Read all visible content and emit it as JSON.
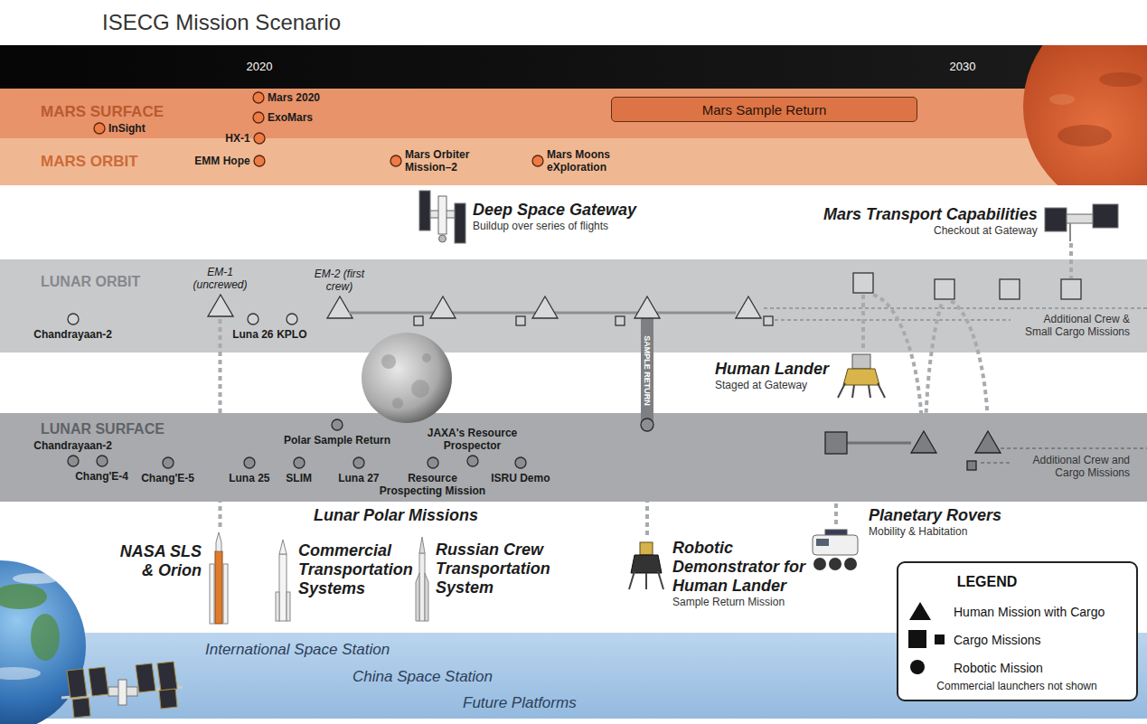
{
  "diagram": {
    "title": "ISECG Mission Scenario",
    "nodes": [
      {
        "text": [
          "MARS SURFACE"
        ]
      },
      {
        "text": [
          "InSight"
        ],
        "in": 0
      },
      {
        "text": [
          "Mars 2020"
        ],
        "in": 0
      },
      {
        "text": [
          "ExoMars"
        ],
        "in": 0
      },
      {
        "text": [
          "Mars Sample Return"
        ],
        "in": 0
      },
      {
        "text": [
          "MARS ORBIT"
        ]
      },
      {
        "text": [
          "HX-1"
        ],
        "in": 5
      },
      {
        "text": [
          "EMM Hope"
        ],
        "in": 5
      },
      {
        "text": [
          "Mars Orbiter Mission–2"
        ],
        "in": 5
      },
      {
        "text": [
          "Mars Moons eXploration"
        ],
        "in": 5
      },
      {
        "text": [
          "Deep Space Gateway",
          "Buildup over series of flights"
        ]
      },
      {
        "text": [
          "Mars Transport Capabilities",
          "Checkout at Gateway"
        ]
      },
      {
        "text": [
          "LUNAR ORBIT"
        ]
      },
      {
        "text": [
          "Chandrayaan-2"
        ],
        "in": 12
      },
      {
        "text": [
          "EM-1 (uncrewed)"
        ],
        "in": 12
      },
      {
        "text": [
          "Luna 26"
        ],
        "in": 12
      },
      {
        "text": [
          "KPLO"
        ],
        "in": 12
      },
      {
        "text": [
          "EM-2 (first crew)"
        ],
        "in": 12
      },
      {
        "text": [
          "Human Lander",
          "Staged at Gateway"
        ]
      },
      {
        "text": [
          "LUNAR SURFACE"
        ]
      },
      {
        "text": [
          "Chandrayaan-2"
        ],
        "in": 19
      },
      {
        "text": [
          "Chang'E-4"
        ],
        "in": 19
      },
      {
        "text": [
          "Chang'E-5"
        ],
        "in": 19
      },
      {
        "text": [
          "Luna 25"
        ],
        "in": 19
      },
      {
        "text": [
          "SLIM"
        ],
        "in": 19
      },
      {
        "text": [
          "Polar Sample Return"
        ],
        "in": 19
      },
      {
        "text": [
          "Luna 27"
        ],
        "in": 19
      },
      {
        "text": [
          "Resource Prospecting Mission"
        ],
        "in": 19
      },
      {
        "text": [
          "JAXA's Resource Prospector"
        ],
        "in": 19
      },
      {
        "text": [
          "ISRU Demo"
        ],
        "in": 19
      },
      {
        "text": [
          "NASA SLS & Orion"
        ]
      },
      {
        "text": [
          "Commercial Transportation Systems"
        ]
      },
      {
        "text": [
          "Russian Crew Transportation System"
        ]
      },
      {
        "text": [
          "Robotic Demonstrator for Human Lander",
          "Sample Return Mission"
        ]
      },
      {
        "text": [
          "Planetary Rovers",
          "Mobility & Habitation"
        ]
      }
    ],
    "edges": [
      {
        "from": 14,
        "to": 30,
        "arrow": "none"
      }
    ],
    "labels": [
      "2020",
      "2030",
      "SAMPLE RETURN",
      "Additional Crew & Small Cargo Missions",
      "Additional Crew and Cargo Missions",
      "Lunar Polar Missions",
      "International Space Station",
      "China Space Station",
      "Future Platforms",
      "LEGEND",
      "Commercial launchers not shown"
    ],
    "legend": [
      {
        "text": "Human Mission with Cargo"
      },
      {
        "text": "Cargo Missions"
      },
      {
        "text": "Robotic Mission"
      }
    ]
  }
}
